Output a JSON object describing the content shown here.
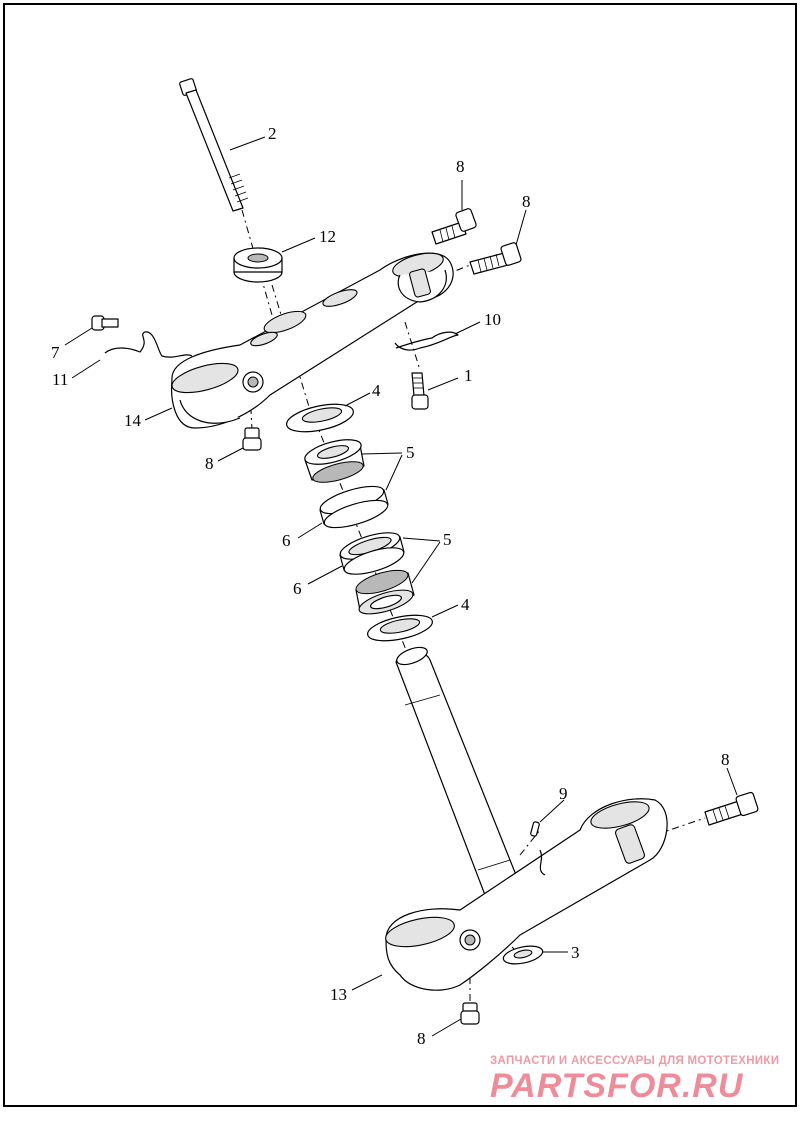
{
  "diagram": {
    "callouts": [
      {
        "id": "c2",
        "label": "2"
      },
      {
        "id": "c8a",
        "label": "8"
      },
      {
        "id": "c8b",
        "label": "8"
      },
      {
        "id": "c12",
        "label": "12"
      },
      {
        "id": "c10",
        "label": "10"
      },
      {
        "id": "c7",
        "label": "7"
      },
      {
        "id": "c11",
        "label": "11"
      },
      {
        "id": "c1",
        "label": "1"
      },
      {
        "id": "c4a",
        "label": "4"
      },
      {
        "id": "c14",
        "label": "14"
      },
      {
        "id": "c8c",
        "label": "8"
      },
      {
        "id": "c5a",
        "label": "5"
      },
      {
        "id": "c6a",
        "label": "6"
      },
      {
        "id": "c5b",
        "label": "5"
      },
      {
        "id": "c6b",
        "label": "6"
      },
      {
        "id": "c4b",
        "label": "4"
      },
      {
        "id": "c8d",
        "label": "8"
      },
      {
        "id": "c9",
        "label": "9"
      },
      {
        "id": "c3",
        "label": "3"
      },
      {
        "id": "c13",
        "label": "13"
      },
      {
        "id": "c8e",
        "label": "8"
      }
    ]
  },
  "watermark": {
    "tagline": "ЗАПЧАСТИ И АКСЕССУАРЫ ДЛЯ МОТОТЕХНИКИ",
    "brand": "PARTSFOR.RU",
    "color": "#ee8c99"
  }
}
